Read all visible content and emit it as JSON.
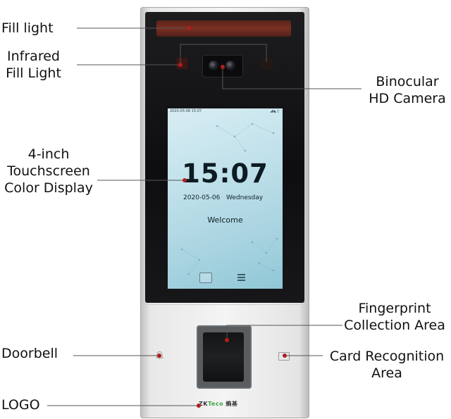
{
  "labels": {
    "fill_light": "Fill light",
    "infrared_line1": "Infrared",
    "infrared_line2": "Fill Light",
    "binocular_line1": "Binocular",
    "binocular_line2": "HD Camera",
    "display_line1": "4-inch",
    "display_line2": "Touchscreen",
    "display_line3": "Color Display",
    "fingerprint_line1": "Fingerprint",
    "fingerprint_line2": "Collection Area",
    "doorbell": "Doorbell",
    "card_line1": "Card Recognition",
    "card_line2": "Area",
    "logo": "LOGO"
  },
  "screen": {
    "status_date": "2020-05-06 15:07",
    "status_icons": "◢◣▯",
    "time": "15:07",
    "date": "2020-05-06",
    "weekday": "Wednesday",
    "welcome": "Welcome"
  },
  "device_logo": {
    "brand": "ZK",
    "brand_sub": "Teco",
    "cn": "熵基"
  },
  "icons": {
    "keyboard": "keyboard-icon",
    "menu": "menu-icon",
    "doorbell": "bell-icon",
    "card": "card-icon"
  },
  "colors": {
    "pointer_dot": "#b21d1d",
    "leader_line": "#555555",
    "fill_light": "#7a3022",
    "screen_bg": "#bfe0ea"
  }
}
